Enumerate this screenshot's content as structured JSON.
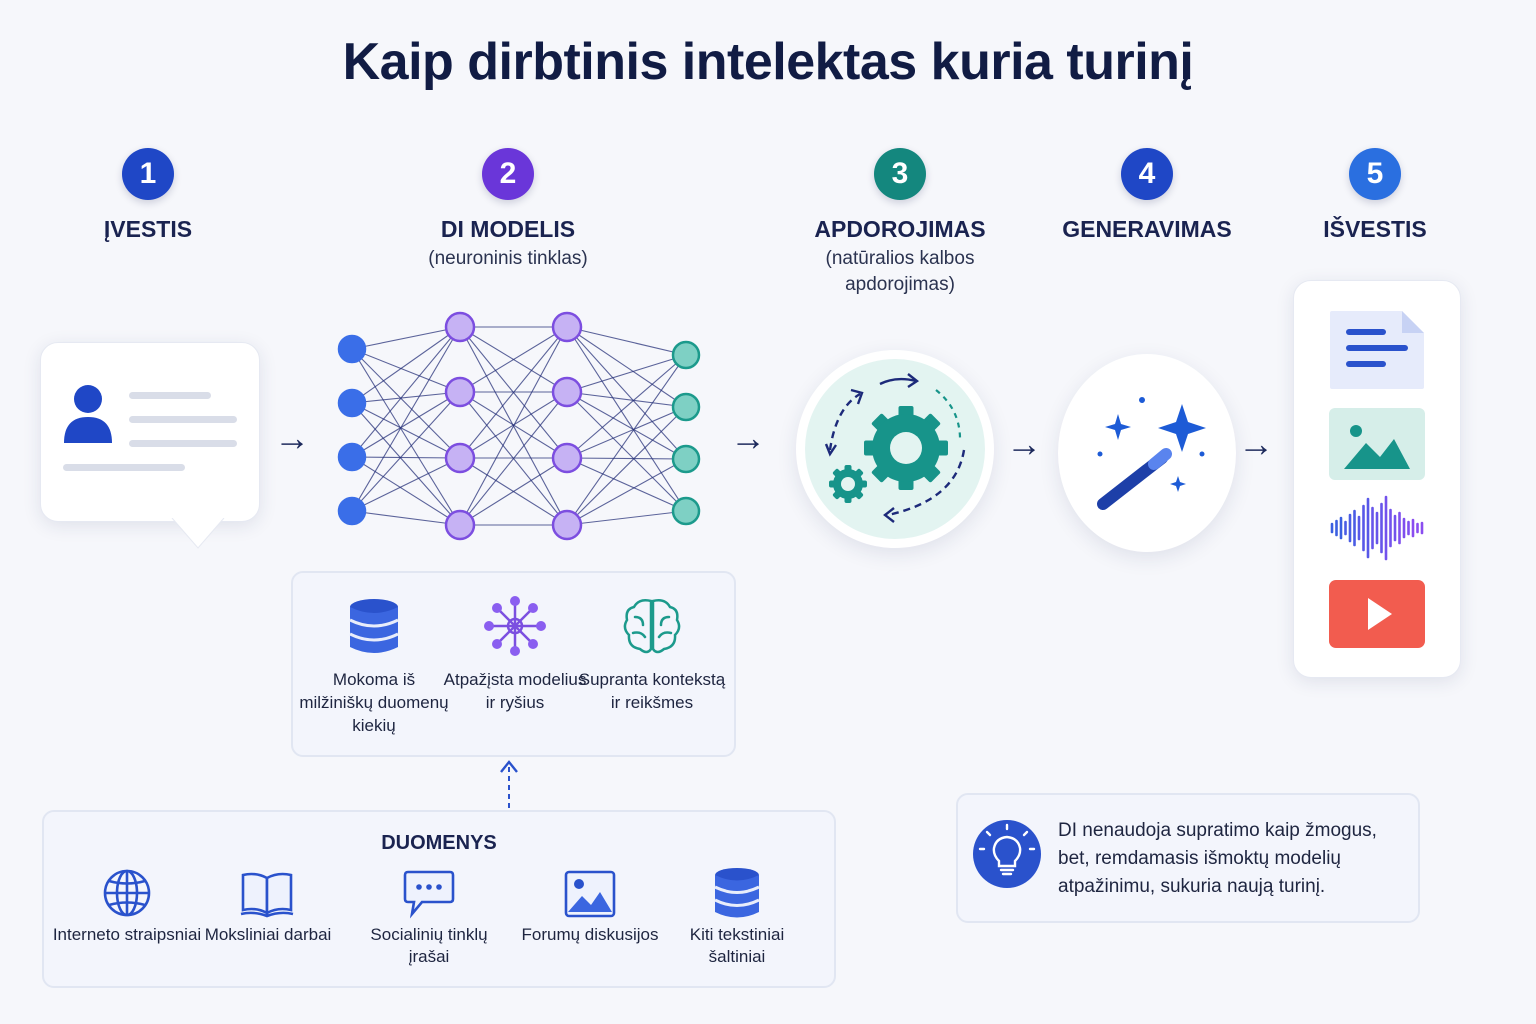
{
  "title": "Kaip dirbtinis intelektas kuria turinį",
  "steps": [
    {
      "num": "1",
      "label": "ĮVESTIS",
      "sub": "",
      "color": "#1f47c6"
    },
    {
      "num": "2",
      "label": "DI MODELIS",
      "sub": "(neuroninis tinklas)",
      "color": "#6a36d9"
    },
    {
      "num": "3",
      "label": "APDOROJIMAS",
      "sub": "(natūralios kalbos apdorojimas)",
      "color": "#14877e"
    },
    {
      "num": "4",
      "label": "GENERAVIMAS",
      "sub": "",
      "color": "#1f47c6"
    },
    {
      "num": "5",
      "label": "IŠVESTIS",
      "sub": "",
      "color": "#2a6fe0"
    }
  ],
  "model_features": [
    {
      "label": "Mokoma iš milžiniškų duomenų kiekių",
      "icon": "database-icon"
    },
    {
      "label": "Atpažįsta modelius ir ryšius",
      "icon": "network-chip-icon"
    },
    {
      "label": "Supranta kontekstą ir reikšmes",
      "icon": "brain-icon"
    }
  ],
  "data_panel": {
    "title": "DUOMENYS",
    "sources": [
      {
        "label": "Interneto straipsniai",
        "icon": "globe-icon"
      },
      {
        "label": "Moksliniai darbai",
        "icon": "book-icon"
      },
      {
        "label": "Socialinių tinklų įrašai",
        "icon": "chat-bubble-icon"
      },
      {
        "label": "Forumų diskusijos",
        "icon": "image-icon"
      },
      {
        "label": "Kiti tekstiniai šaltiniai",
        "icon": "database-icon"
      }
    ]
  },
  "note": {
    "text": "DI nenaudoja supratimo kaip žmogus, bet, remdamasis išmoktų modelių atpažinimu, sukuria naują turinį.",
    "icon": "lightbulb-icon"
  },
  "outputs": [
    {
      "icon": "document-icon"
    },
    {
      "icon": "image-icon"
    },
    {
      "icon": "audio-wave-icon"
    },
    {
      "icon": "video-play-icon"
    }
  ],
  "colors": {
    "blue": "#1f47c6",
    "purple": "#6a36d9",
    "teal": "#14877e",
    "video_red": "#f25c4f"
  }
}
